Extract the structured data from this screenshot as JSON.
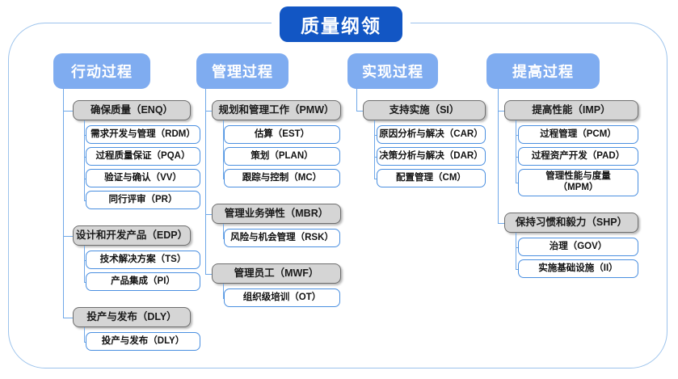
{
  "diagram": {
    "title": "质量纲领",
    "type": "org-tree",
    "colors": {
      "title_bg": "#1256C4",
      "column_header_bg": "#7FACF0",
      "group_bg": "#D5D5D5",
      "group_border": "#6E6E6E",
      "leaf_border": "#4A8FE0",
      "connector": "#6FA8E8",
      "frame_border": "#9CC3EC"
    }
  },
  "columns": [
    {
      "header": "行动过程",
      "groups": [
        {
          "label": "确保质量（ENQ）",
          "items": [
            "需求开发与管理（RDM）",
            "过程质量保证（PQA）",
            "验证与确认（VV）",
            "同行评审（PR）"
          ]
        },
        {
          "label": "设计和开发产品（EDP）",
          "items": [
            "技术解决方案（TS）",
            "产品集成（PI）"
          ]
        },
        {
          "label": "投产与发布（DLY）",
          "items": [
            "投产与发布（DLY）"
          ]
        }
      ]
    },
    {
      "header": "管理过程",
      "groups": [
        {
          "label": "规划和管理工作（PMW）",
          "items": [
            "估算（EST）",
            "策划（PLAN）",
            "跟踪与控制（MC）"
          ]
        },
        {
          "label": "管理业务弹性（MBR）",
          "items": [
            "风险与机会管理（RSK）"
          ]
        },
        {
          "label": "管理员工（MWF）",
          "items": [
            "组织级培训（OT）"
          ]
        }
      ]
    },
    {
      "header": "实现过程",
      "groups": [
        {
          "label": "支持实施（SI）",
          "items": [
            "原因分析与解决（CAR）",
            "决策分析与解决（DAR）",
            "配置管理（CM）"
          ]
        }
      ]
    },
    {
      "header": "提高过程",
      "groups": [
        {
          "label": "提高性能（IMP）",
          "items": [
            "过程管理（PCM）",
            "过程资产开发（PAD）",
            "管理性能与度量\n（MPM）"
          ]
        },
        {
          "label": "保持习惯和毅力（SHP）",
          "items": [
            "治理（GOV）",
            "实施基础设施（II）"
          ]
        }
      ]
    }
  ]
}
